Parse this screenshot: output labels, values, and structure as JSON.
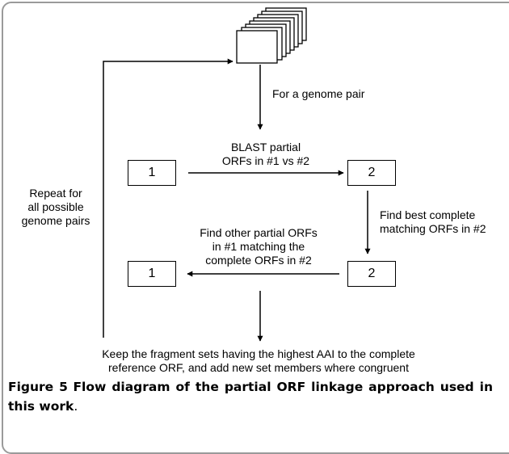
{
  "diagram": {
    "step_genome_pair": "For a genome pair",
    "step_blast": [
      "BLAST partial",
      "ORFs in #1 vs #2"
    ],
    "genome1_top": "1",
    "genome2_top": "2",
    "step_find_best": [
      "Find best complete",
      "matching ORFs in #2"
    ],
    "step_find_other": [
      "Find other partial ORFs",
      "in #1 matching the",
      "complete ORFs in #2"
    ],
    "genome1_bottom": "1",
    "genome2_bottom": "2",
    "step_repeat": [
      "Repeat for",
      "all possible",
      "genome pairs"
    ],
    "step_keep": [
      "Keep the fragment sets having the highest AAI to the complete",
      "reference ORF, and add new set members where congruent"
    ]
  },
  "caption": {
    "label": "Figure 5",
    "text": "Flow diagram of the partial ORF linkage approach used in this work",
    "end": "."
  }
}
